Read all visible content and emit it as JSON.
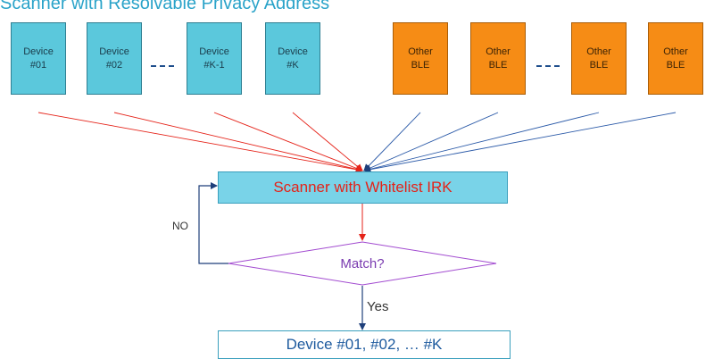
{
  "title": "Scanner with Resolvable Privacy Address",
  "devices": [
    {
      "label": "Device\n#01"
    },
    {
      "label": "Device\n#02"
    },
    {
      "label": "Device\n#K-1"
    },
    {
      "label": "Device\n#K"
    }
  ],
  "others": [
    {
      "label": "Other\nBLE"
    },
    {
      "label": "Other\nBLE"
    },
    {
      "label": "Other\nBLE"
    },
    {
      "label": "Other\nBLE"
    }
  ],
  "scanner_label": "Scanner with Whitelist IRK",
  "decision_label": "Match?",
  "no_label": "NO",
  "yes_label": "Yes",
  "result_label": "Device #01, #02, … #K",
  "colors": {
    "device_fill": "#5bc8dc",
    "other_fill": "#f68c15",
    "device_line": "#e52218",
    "other_line": "#2b5aa8",
    "scanner_fill": "#79d3e8",
    "decision_outline": "#a24bd0",
    "title": "#2aa3c9"
  }
}
